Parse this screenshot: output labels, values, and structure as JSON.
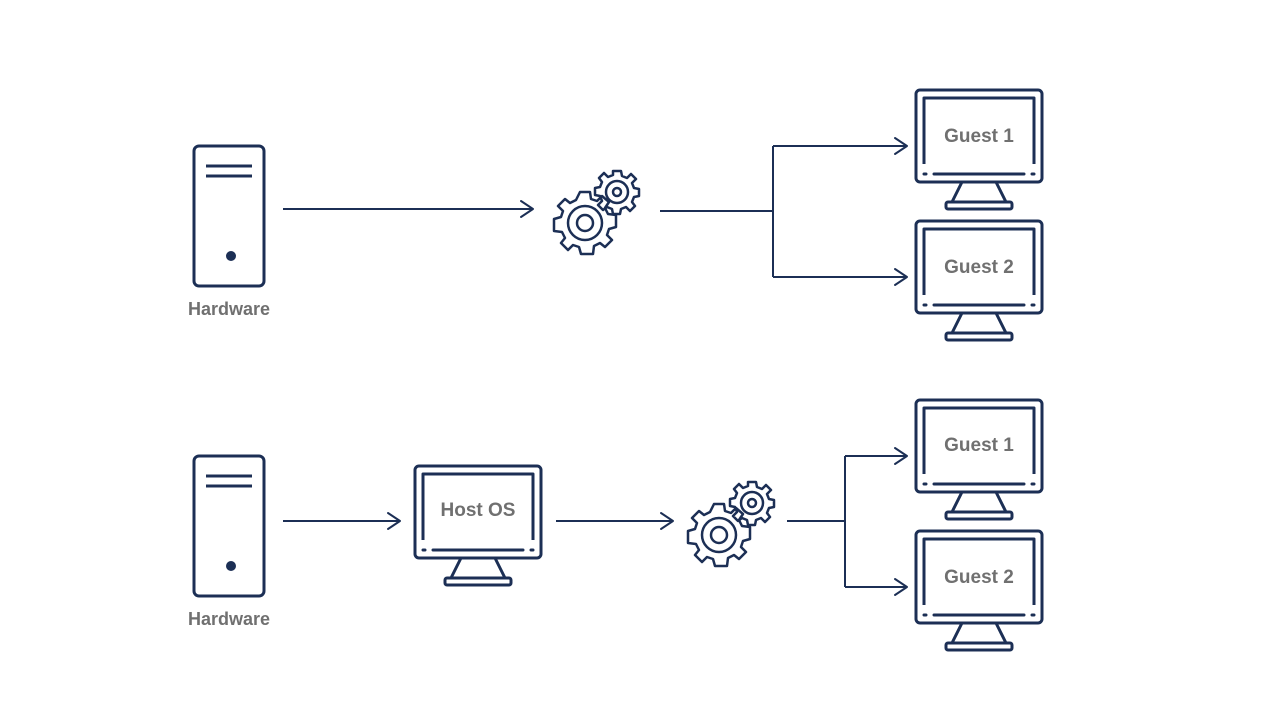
{
  "diagram_top": {
    "hardware_label": "Hardware",
    "guest1_label": "Guest 1",
    "guest2_label": "Guest 2"
  },
  "diagram_bottom": {
    "hardware_label": "Hardware",
    "host_label": "Host OS",
    "guest1_label": "Guest 1",
    "guest2_label": "Guest 2"
  },
  "colors": {
    "stroke": "#1c2f55",
    "label": "#707070",
    "background": "#ffffff"
  },
  "icons": [
    "server-tower-icon",
    "gears-icon",
    "monitor-icon"
  ]
}
